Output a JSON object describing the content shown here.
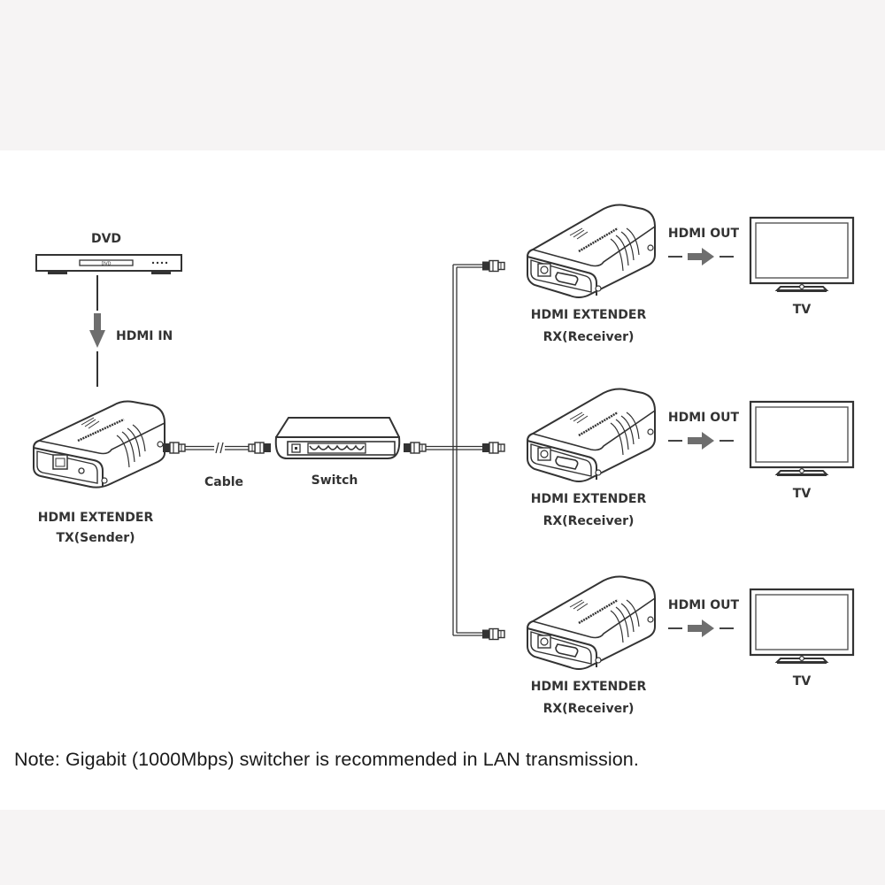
{
  "diagram": {
    "dvd": {
      "label": "DVD",
      "panel_text": "DVD"
    },
    "hdmi_in": {
      "label": "HDMI IN"
    },
    "tx": {
      "line1": "HDMI EXTENDER",
      "line2": "TX(Sender)"
    },
    "cable": {
      "label": "Cable"
    },
    "switch": {
      "label": "Switch"
    },
    "receivers": [
      {
        "line1": "HDMI EXTENDER",
        "line2": "RX(Receiver)",
        "out_label": "HDMI OUT",
        "tv_label": "TV"
      },
      {
        "line1": "HDMI EXTENDER",
        "line2": "RX(Receiver)",
        "out_label": "HDMI OUT",
        "tv_label": "TV"
      },
      {
        "line1": "HDMI EXTENDER",
        "line2": "RX(Receiver)",
        "out_label": "HDMI OUT",
        "tv_label": "TV"
      }
    ],
    "note": "Note: Gigabit (1000Mbps) switcher is recommended in LAN transmission."
  },
  "colors": {
    "outer_band": "#f6f4f4",
    "canvas": "#ffffff",
    "line": "#333333",
    "arrow": "#6e6e6e",
    "text": "#333333"
  }
}
